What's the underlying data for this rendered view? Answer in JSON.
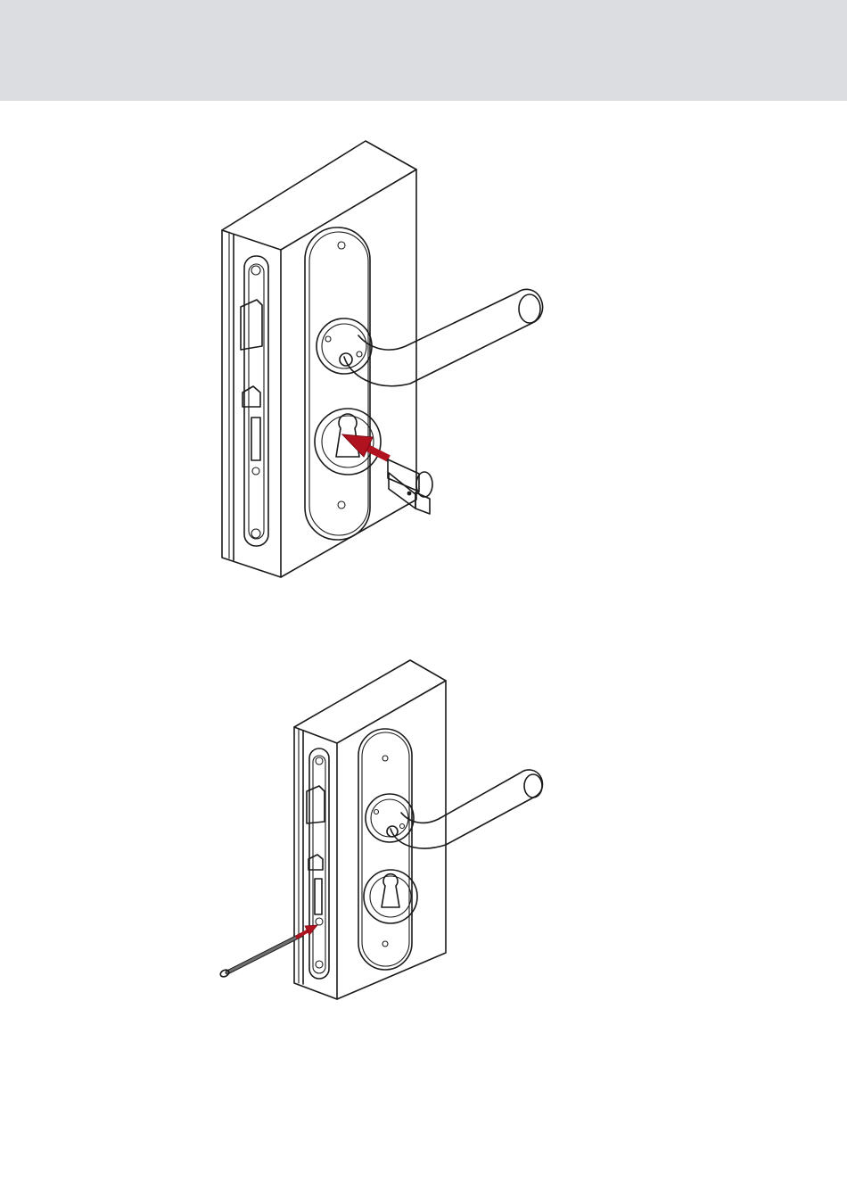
{
  "colors": {
    "header_band": "#dcdde1",
    "line": "#1a1a1a",
    "arrow_red": "#b0121f",
    "cylinder_grey": "#8a8a8a",
    "screw_grey": "#6e6e6e"
  },
  "figures": [
    {
      "step": 1,
      "action": "insert-cylinder",
      "icons": [
        "lever-handle",
        "lock-cylinder",
        "insertion-arrow"
      ]
    },
    {
      "step": 2,
      "action": "insert-fixing-screw",
      "icons": [
        "lever-handle",
        "long-screw",
        "insertion-arrow"
      ]
    }
  ]
}
